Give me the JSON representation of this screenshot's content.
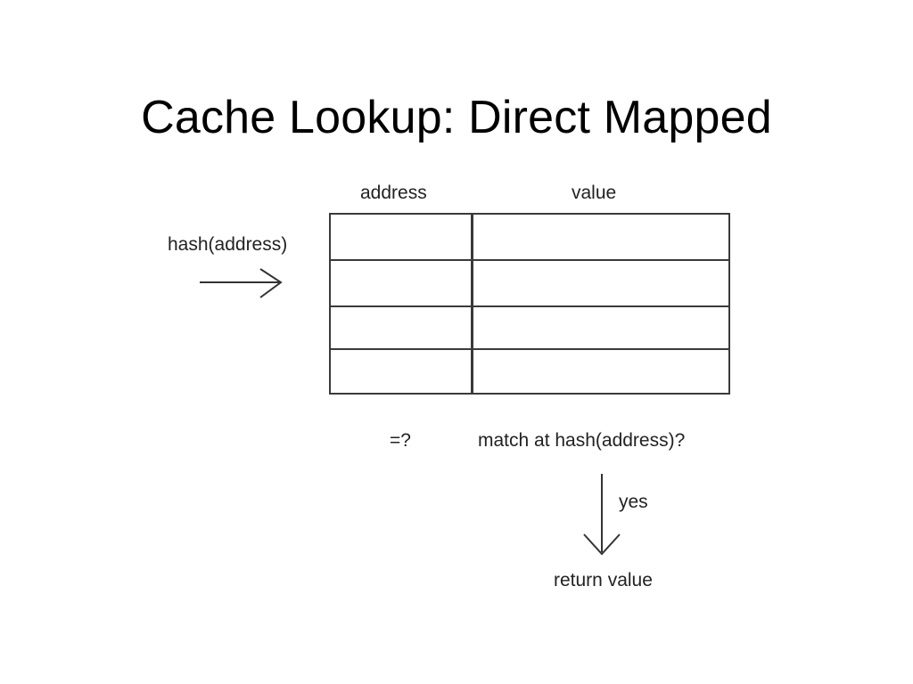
{
  "title": "Cache Lookup: Direct Mapped",
  "diagram": {
    "column_headers": {
      "address": "address",
      "value": "value"
    },
    "input_label": "hash(address)",
    "compare_label": "=?",
    "match_label": "match at hash(address)?",
    "yes_label": "yes",
    "result_label": "return value",
    "table_rows": [
      {
        "address": "",
        "value": ""
      },
      {
        "address": "",
        "value": ""
      },
      {
        "address": "",
        "value": ""
      },
      {
        "address": "",
        "value": ""
      }
    ]
  }
}
